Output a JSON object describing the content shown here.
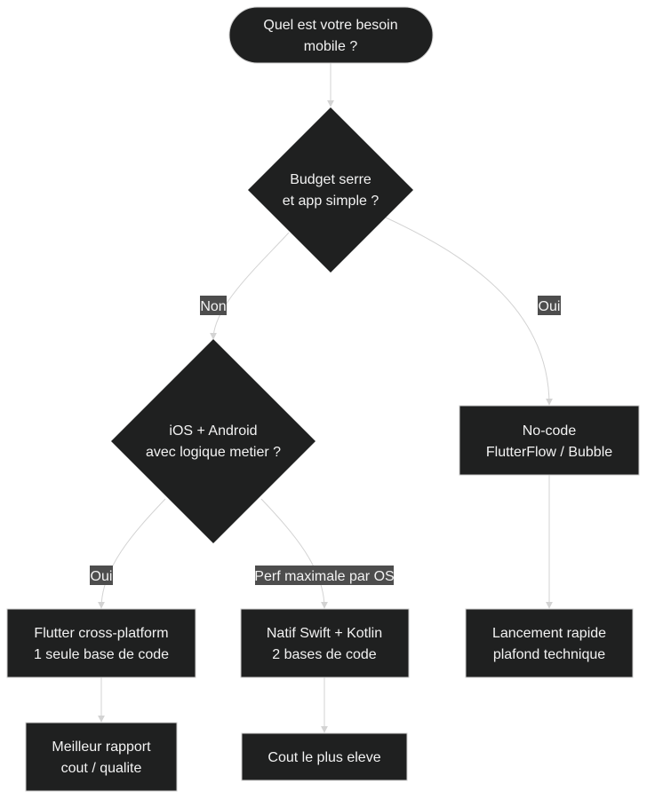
{
  "colors": {
    "node_fill": "#1f2020",
    "node_text": "#f2f2f2",
    "edge": "#d3d3d3",
    "label_bg": "#4d4d4d"
  },
  "nodes": {
    "start": {
      "lines": [
        "Quel est votre besoin",
        "mobile ?"
      ]
    },
    "budget": {
      "lines": [
        "Budget serre",
        "et app simple ?"
      ]
    },
    "platform": {
      "lines": [
        "iOS + Android",
        "avec logique metier ?"
      ]
    },
    "nocode": {
      "lines": [
        "No-code",
        "FlutterFlow / Bubble"
      ]
    },
    "flutter": {
      "lines": [
        "Flutter cross-platform",
        "1 seule base de code"
      ]
    },
    "native": {
      "lines": [
        "Natif Swift + Kotlin",
        "2 bases de code"
      ]
    },
    "launch": {
      "lines": [
        "Lancement rapide",
        "plafond technique"
      ]
    },
    "best": {
      "lines": [
        "Meilleur rapport",
        "cout / qualite"
      ]
    },
    "cost": {
      "lines": [
        "Cout le plus eleve"
      ]
    }
  },
  "edges": {
    "budget_non": {
      "label": "Non"
    },
    "budget_oui": {
      "label": "Oui"
    },
    "platform_oui": {
      "label": "Oui"
    },
    "platform_perf": {
      "label": "Perf maximale par OS"
    }
  }
}
